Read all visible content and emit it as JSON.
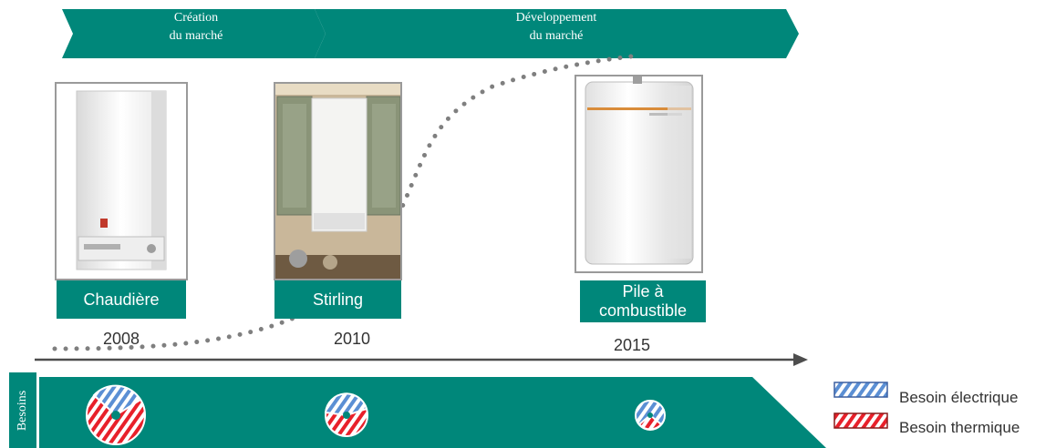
{
  "phases": [
    {
      "line1": "Création",
      "line2": "du marché"
    },
    {
      "line1": "Développement",
      "line2": "du marché"
    }
  ],
  "products": [
    {
      "label": "Chaudière",
      "year": "2008"
    },
    {
      "label": "Stirling",
      "year": "2010"
    },
    {
      "label": "Pile à combustible",
      "label_line1": "Pile à",
      "label_line2": "combustible",
      "year": "2015"
    }
  ],
  "needs_band": {
    "label": "Besoins",
    "discs": [
      {
        "product": "Chaudière",
        "relative_size": 1.0,
        "electric_share": 0.25
      },
      {
        "product": "Stirling",
        "relative_size": 0.7,
        "electric_share": 0.45
      },
      {
        "product": "Pile à combustible",
        "relative_size": 0.5,
        "electric_share": 0.65
      }
    ]
  },
  "legend": [
    {
      "label": "Besoin électrique",
      "color": "#5b8fd4"
    },
    {
      "label": "Besoin thermique",
      "color": "#e8202a"
    }
  ],
  "colors": {
    "teal": "#00877a",
    "arrow": "#4d4d4d",
    "dots": "#7f7f7f"
  }
}
